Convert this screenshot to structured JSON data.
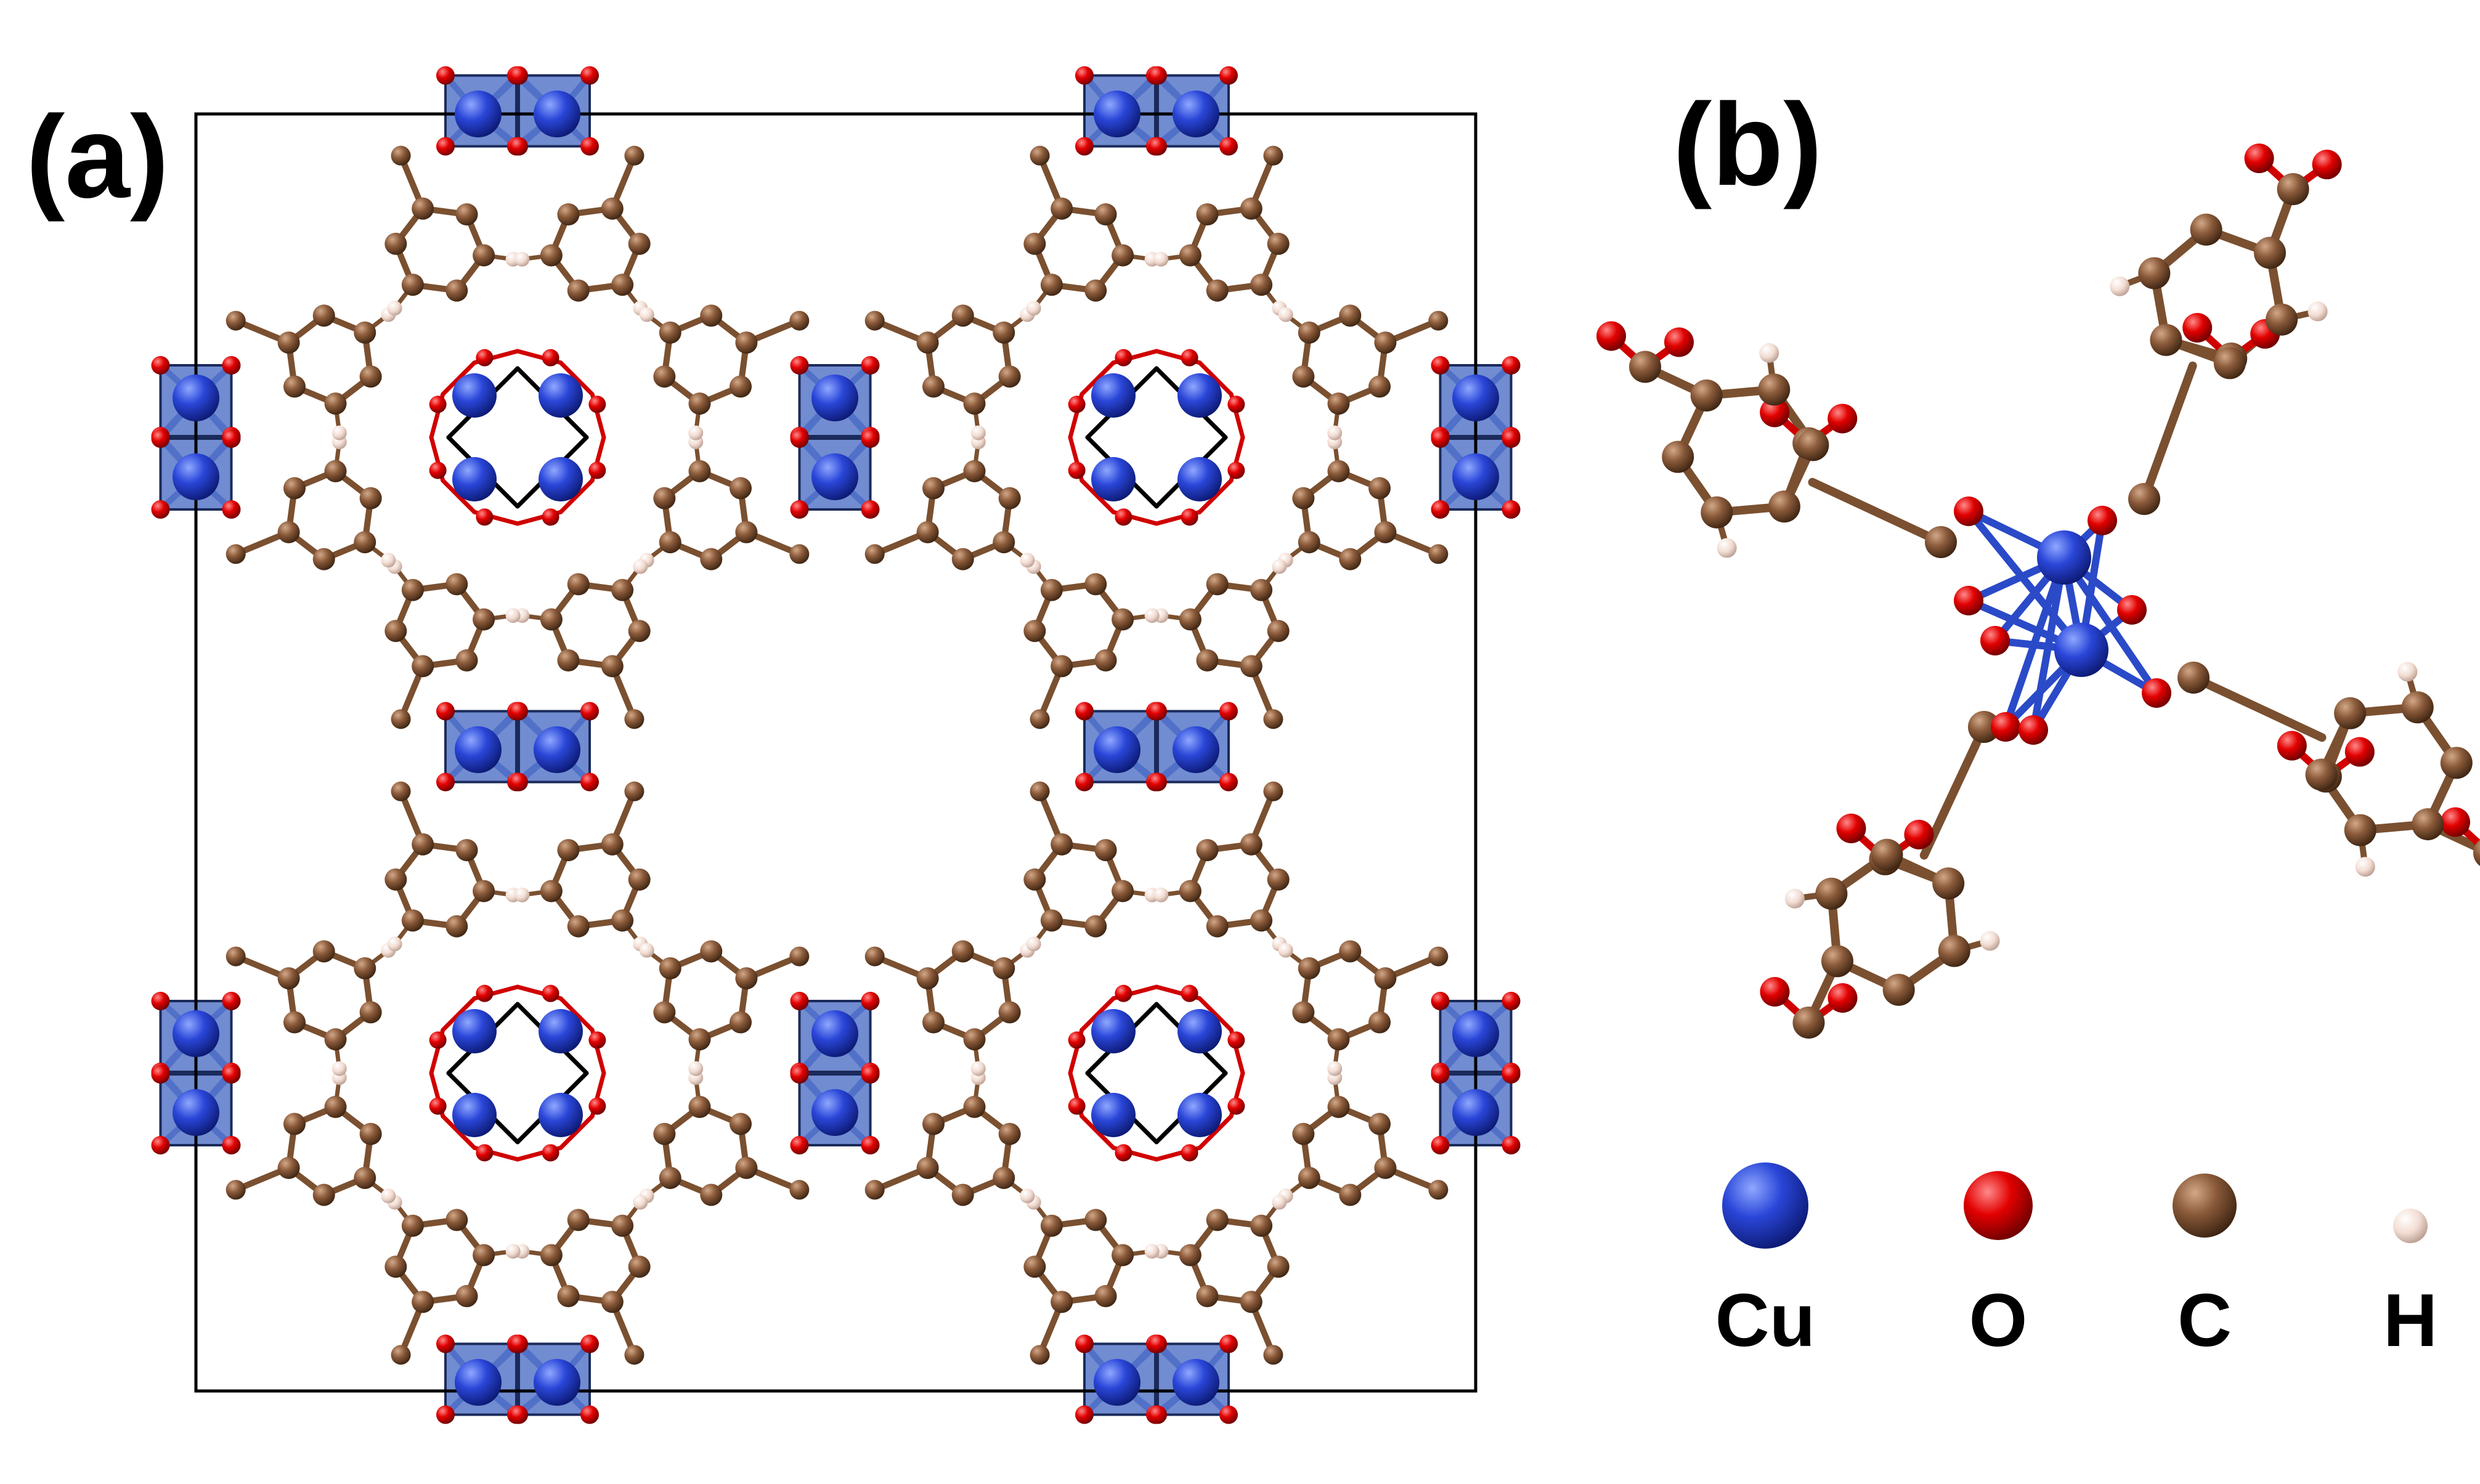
{
  "panels": {
    "a_label": "(a)",
    "b_label": "(b)"
  },
  "legend": [
    {
      "symbol": "Cu",
      "color": "#2338c8"
    },
    {
      "symbol": "O",
      "color": "#e00000"
    },
    {
      "symbol": "C",
      "color": "#8a5a3a"
    },
    {
      "symbol": "H",
      "color": "#f2dcd2"
    }
  ],
  "colors": {
    "polyhedron_fill": "#5878c8",
    "cell_line": "#000000",
    "cu_bond": "#2a4ac8",
    "c_bond": "#7a5030",
    "o_bond": "#d00000"
  }
}
